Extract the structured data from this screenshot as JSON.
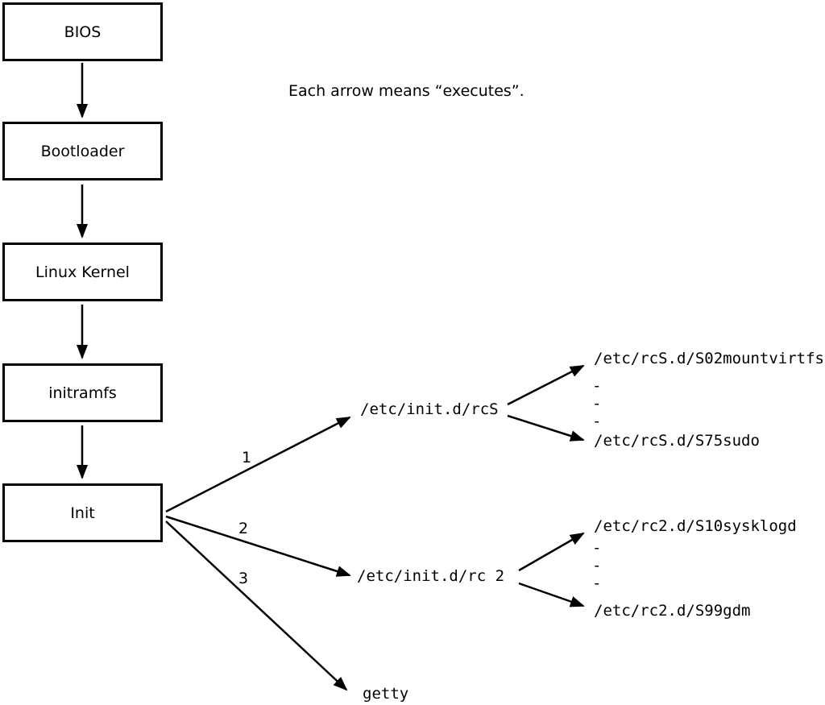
{
  "diagram": {
    "caption": "Each arrow means “executes”.",
    "boxes": [
      {
        "label": "BIOS"
      },
      {
        "label": "Bootloader"
      },
      {
        "label": "Linux Kernel"
      },
      {
        "label": "initramfs"
      },
      {
        "label": "Init"
      }
    ],
    "init_children": [
      {
        "order": "1",
        "label": "/etc/init.d/rcS"
      },
      {
        "order": "2",
        "label": "/etc/init.d/rc 2"
      },
      {
        "order": "3",
        "label": "getty"
      }
    ],
    "rcS_scripts": {
      "first": "/etc/rcS.d/S02mountvirtfs",
      "ellipsis": [
        "-",
        "-",
        "-"
      ],
      "last": "/etc/rcS.d/S75sudo"
    },
    "rc2_scripts": {
      "first": "/etc/rc2.d/S10sysklogd",
      "ellipsis": [
        "-",
        "-",
        "-"
      ],
      "last": "/etc/rc2.d/S99gdm"
    }
  }
}
